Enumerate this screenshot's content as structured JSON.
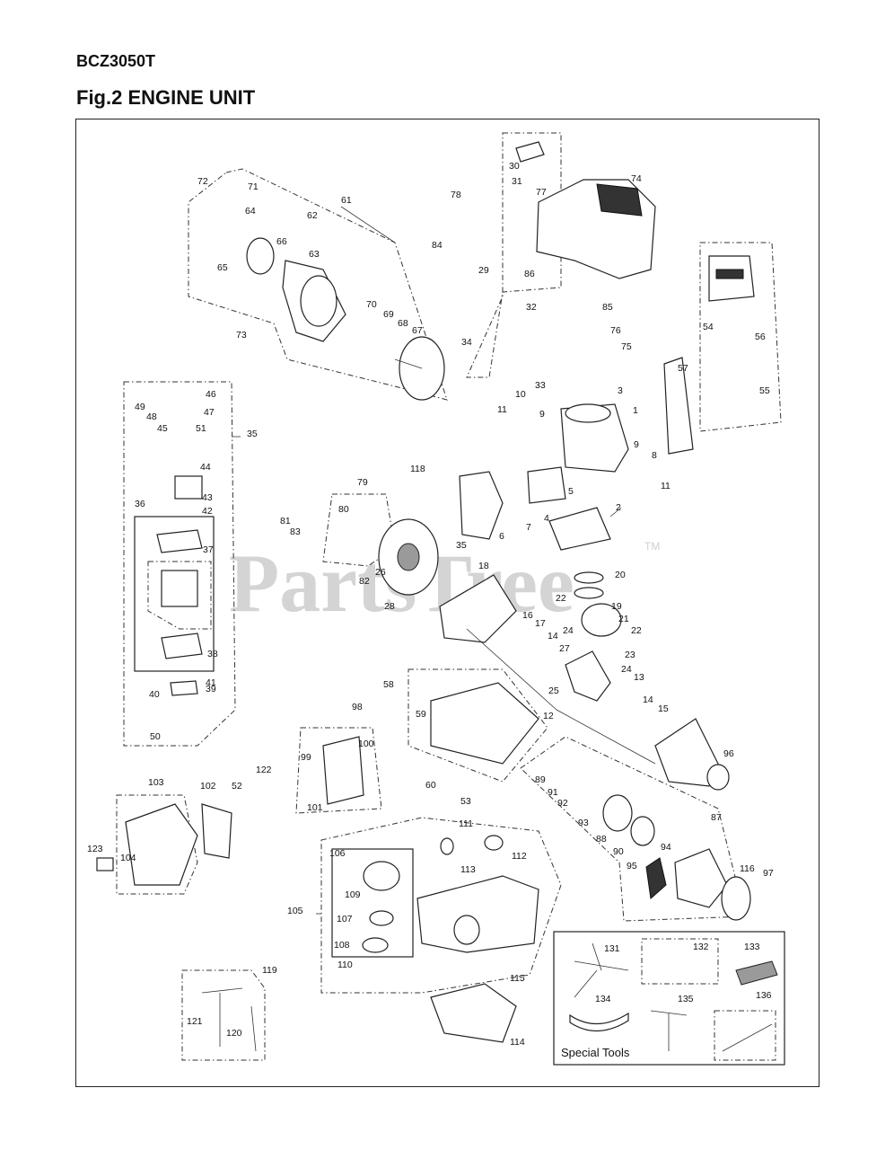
{
  "header": {
    "model": "BCZ3050T",
    "figure_title": "Fig.2 ENGINE UNIT"
  },
  "watermark": {
    "text": "PartsTree",
    "tm": "TM"
  },
  "special_tools": {
    "label": "Special Tools"
  },
  "callouts": [
    "1",
    "2",
    "3",
    "4",
    "5",
    "6",
    "7",
    "8",
    "9",
    "9",
    "10",
    "11",
    "11",
    "12",
    "13",
    "14",
    "14",
    "15",
    "16",
    "17",
    "18",
    "19",
    "20",
    "21",
    "22",
    "22",
    "23",
    "24",
    "24",
    "25",
    "26",
    "27",
    "28",
    "29",
    "30",
    "31",
    "32",
    "33",
    "34",
    "35",
    "35",
    "36",
    "37",
    "38",
    "39",
    "40",
    "41",
    "42",
    "43",
    "44",
    "45",
    "46",
    "47",
    "48",
    "49",
    "50",
    "51",
    "52",
    "53",
    "54",
    "55",
    "56",
    "57",
    "58",
    "59",
    "60",
    "61",
    "62",
    "63",
    "64",
    "65",
    "66",
    "67",
    "68",
    "69",
    "70",
    "71",
    "72",
    "73",
    "74",
    "75",
    "76",
    "77",
    "78",
    "79",
    "80",
    "81",
    "82",
    "83",
    "84",
    "85",
    "86",
    "87",
    "88",
    "89",
    "90",
    "91",
    "92",
    "93",
    "94",
    "95",
    "96",
    "97",
    "98",
    "99",
    "100",
    "101",
    "102",
    "103",
    "104",
    "105",
    "106",
    "107",
    "108",
    "109",
    "110",
    "111",
    "112",
    "113",
    "114",
    "115",
    "116",
    "118",
    "119",
    "120",
    "121",
    "122",
    "123",
    "131",
    "132",
    "133",
    "134",
    "135",
    "136"
  ]
}
